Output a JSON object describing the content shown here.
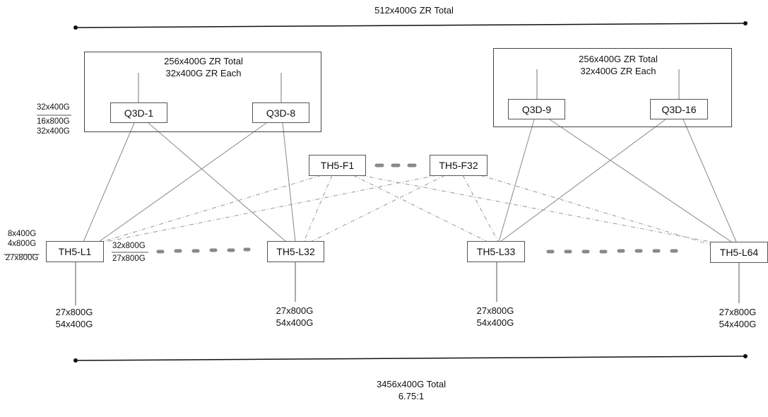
{
  "top_total": "512x400G ZR Total",
  "bottom_total": "3456x400G Total",
  "ratio": "6.75:1",
  "group_left": {
    "line1": "256x400G ZR Total",
    "line2": "32x400G ZR Each"
  },
  "group_right": {
    "line1": "256x400G ZR Total",
    "line2": "32x400G ZR Each"
  },
  "spine_nodes": [
    "Q3D-1",
    "Q3D-8",
    "Q3D-9",
    "Q3D-16"
  ],
  "fabric_nodes": [
    "TH5-F1",
    "TH5-F32"
  ],
  "leaf_nodes": [
    "TH5-L1",
    "TH5-L32",
    "TH5-L33",
    "TH5-L64"
  ],
  "uplink_label": {
    "a": "32x400G",
    "b": "16x800G",
    "c": "32x400G"
  },
  "leaf_left_label": {
    "a": "8x400G",
    "b": "4x800G",
    "c": "27x800G"
  },
  "leaf_right_label": {
    "a": "32x800G",
    "b": "27x800G"
  },
  "leaf_bottom": [
    {
      "a": "27x800G",
      "b": "54x400G"
    },
    {
      "a": "27x800G",
      "b": "54x400G"
    },
    {
      "a": "27x800G",
      "b": "54x400G"
    },
    {
      "a": "27x800G",
      "b": "54x400G"
    }
  ]
}
